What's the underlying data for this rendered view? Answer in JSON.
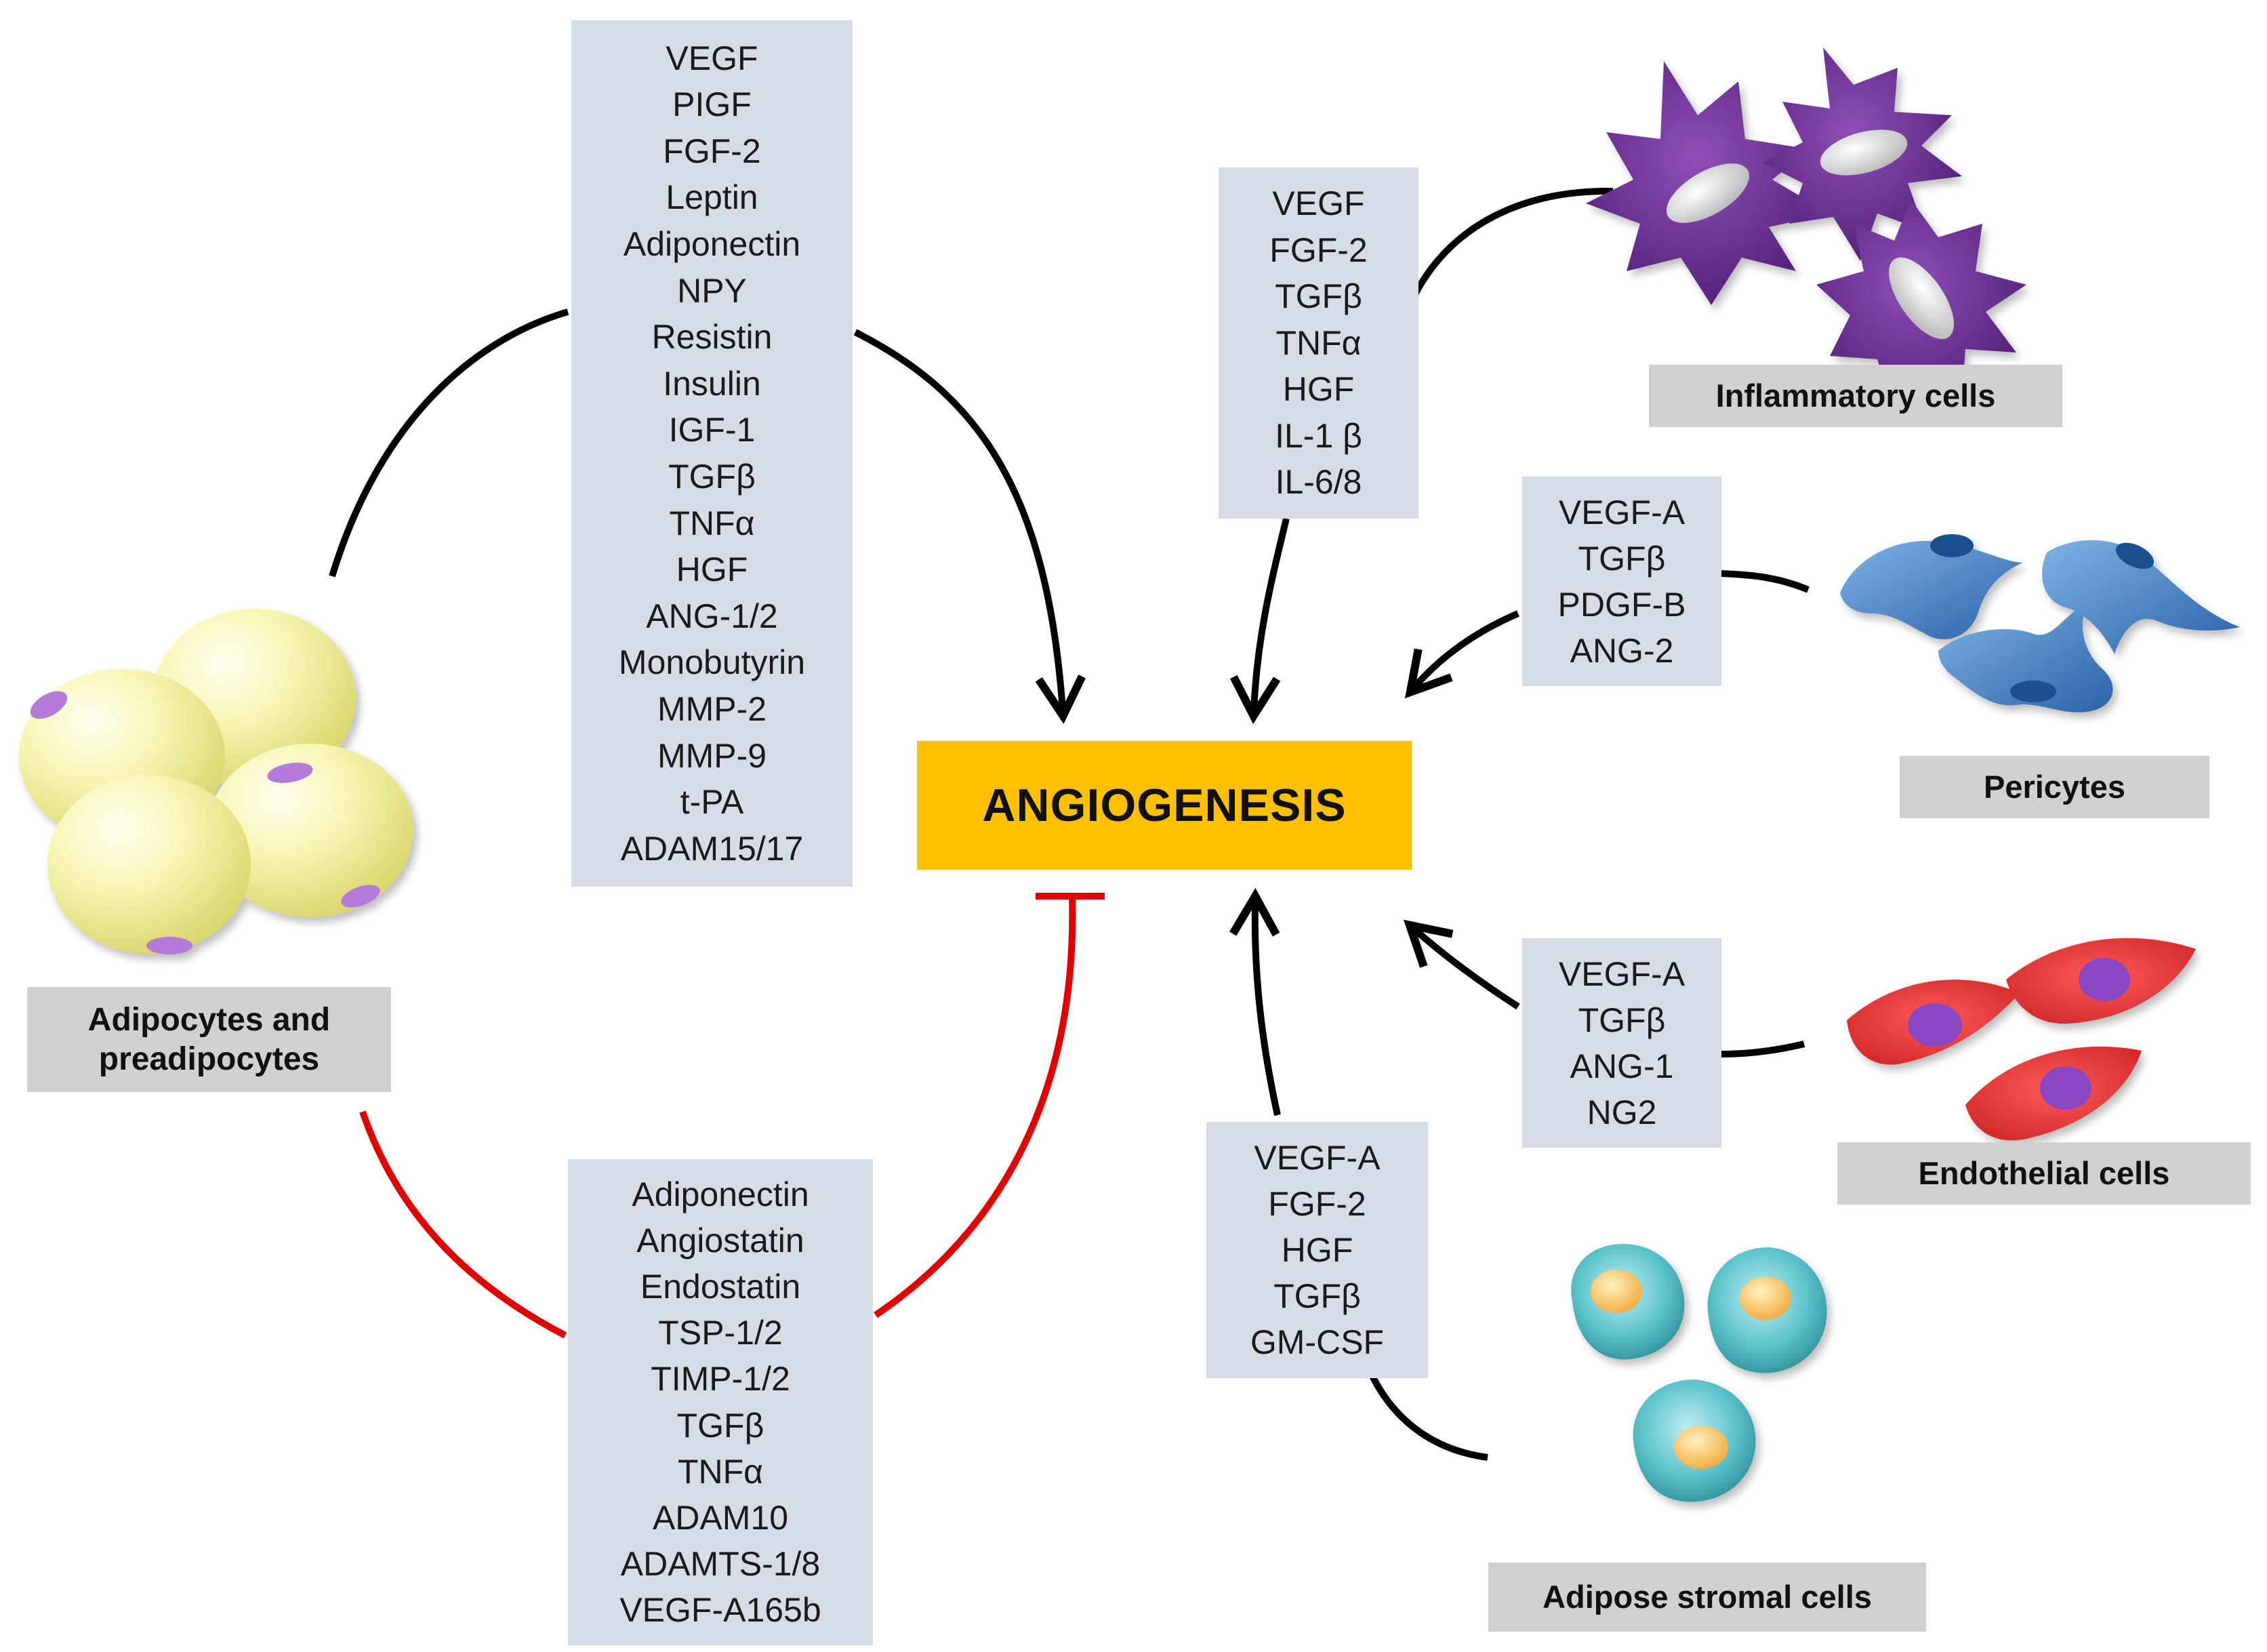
{
  "center": {
    "label": "ANGIOGENESIS"
  },
  "cell_labels": {
    "adipocytes": [
      "Adipocytes and",
      "preadipocytes"
    ],
    "inflammatory": "Inflammatory cells",
    "pericytes": "Pericytes",
    "endothelial": "Endothelial cells",
    "stromal": "Adipose stromal cells"
  },
  "factor_lists": {
    "adipocyte_pro": [
      "VEGF",
      "PIGF",
      "FGF-2",
      "Leptin",
      "Adiponectin",
      "NPY",
      "Resistin",
      "Insulin",
      "IGF-1",
      "TGFβ",
      "TNFα",
      "HGF",
      "ANG-1/2",
      "Monobutyrin",
      "MMP-2",
      "MMP-9",
      "t-PA",
      "ADAM15/17"
    ],
    "adipocyte_anti": [
      "Adiponectin",
      "Angiostatin",
      "Endostatin",
      "TSP-1/2",
      "TIMP-1/2",
      "TGFβ",
      "TNFα",
      "ADAM10",
      "ADAMTS-1/8",
      "VEGF-A165b"
    ],
    "inflammatory": [
      "VEGF",
      "FGF-2",
      "TGFβ",
      "TNFα",
      "HGF",
      "IL-1 β",
      "IL-6/8"
    ],
    "pericytes": [
      "VEGF-A",
      "TGFβ",
      "PDGF-B",
      "ANG-2"
    ],
    "endothelial": [
      "VEGF-A",
      "TGFβ",
      "ANG-1",
      "NG2"
    ],
    "stromal": [
      "VEGF-A",
      "FGF-2",
      "HGF",
      "TGFβ",
      "GM-CSF"
    ]
  },
  "colors": {
    "center": "#ffc000",
    "factor_box": "#d6dce5",
    "label_box": "#d0d0d0",
    "stimulate_arrow": "#000000",
    "inhibit_arrow": "#e00000",
    "adipocyte": "#f4f2a0",
    "inflammatory": "#6a2c91",
    "pericyte": "#4a86c8",
    "endothelial": "#f04040",
    "stromal": "#52b8c0"
  },
  "icons": {
    "adipocytes": "adipocyte-cluster-icon",
    "inflammatory": "inflammatory-cell-icon",
    "pericytes": "pericyte-icon",
    "endothelial": "endothelial-cell-icon",
    "stromal": "stromal-cell-icon"
  }
}
